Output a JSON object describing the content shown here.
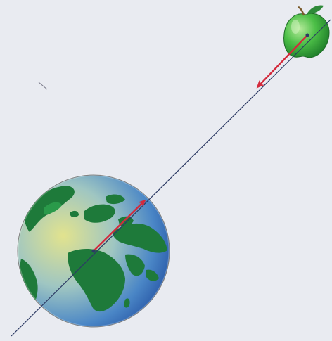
{
  "figure": {
    "description_visible_text": "",
    "background_color": "#e9ebf1",
    "colors": {
      "force_arrow": "#d42a3c",
      "line_of_centers": "#2c3a64",
      "ocean_light": "#e0e08a",
      "ocean_mid": "#8fbcd8",
      "ocean_dark": "#2a5aa8",
      "land": "#1e7a3a",
      "apple": "#3fb53f",
      "apple_highlight": "#9be08a",
      "leaf": "#2f8a3a",
      "stem": "#7a5a2a"
    },
    "objects": [
      "earth-globe",
      "apple",
      "line-of-centers",
      "force-arrow-on-apple",
      "force-arrow-on-earth"
    ]
  }
}
